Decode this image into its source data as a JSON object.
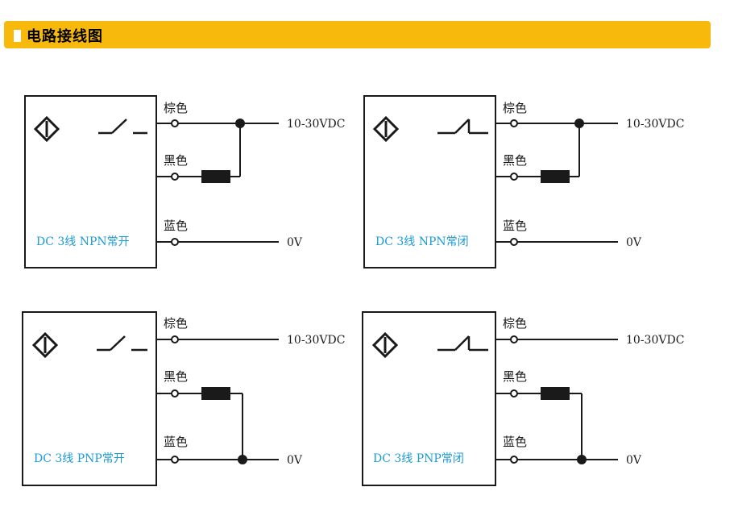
{
  "header": {
    "title": "电路接线图"
  },
  "colors": {
    "accent": "#f7b90c",
    "model_label": "#1a9ad6",
    "line": "#1a1a1a"
  },
  "icons": {
    "sensor": "sensor-diamond-icon",
    "switch_open": "switch-no-icon",
    "switch_closed": "switch-nc-icon",
    "load": "load-resistor-icon"
  },
  "diagrams": [
    {
      "model": "DC 3线 NPN常开",
      "wire1": "棕色",
      "wire2": "黑色",
      "wire3": "蓝色",
      "supply": "10-30VDC",
      "ground": "0V"
    },
    {
      "model": "DC 3线 NPN常闭",
      "wire1": "棕色",
      "wire2": "黑色",
      "wire3": "蓝色",
      "supply": "10-30VDC",
      "ground": "0V"
    },
    {
      "model": "DC 3线 PNP常开",
      "wire1": "棕色",
      "wire2": "黑色",
      "wire3": "蓝色",
      "supply": "10-30VDC",
      "ground": "0V"
    },
    {
      "model": "DC 3线 PNP常闭",
      "wire1": "棕色",
      "wire2": "黑色",
      "wire3": "蓝色",
      "supply": "10-30VDC",
      "ground": "0V"
    }
  ]
}
